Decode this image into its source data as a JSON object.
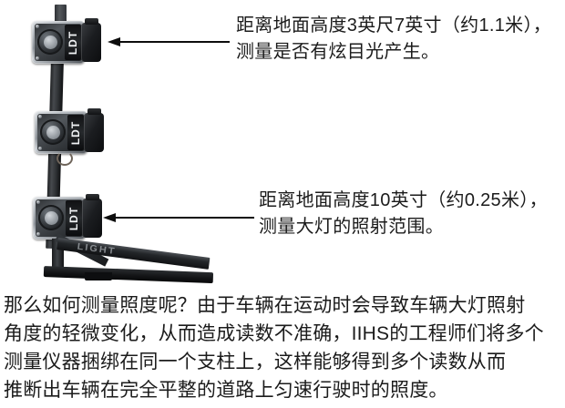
{
  "image": {
    "subject": "IIHS headlight illuminance measuring pole with three LDT light-detector sensors",
    "sensors": [
      {
        "name": "top-sensor",
        "brand_label": "LDT"
      },
      {
        "name": "middle-sensor",
        "brand_label": "LDT"
      },
      {
        "name": "bottom-sensor",
        "brand_label": "LDT"
      }
    ],
    "base_etch_text": "LIGHT"
  },
  "callouts": [
    {
      "name": "callout-top",
      "lines": [
        "距离地面高度3英尺7英寸（约1.1米），",
        "测量是否有炫目光产生。"
      ],
      "arrow": "left-arrow"
    },
    {
      "name": "callout-bottom",
      "lines": [
        "距离地面高度10英寸（约0.25米），",
        "测量大灯的照射范围。"
      ],
      "arrow": "left-arrow"
    }
  ],
  "paragraph": {
    "lines": [
      "那么如何测量照度呢？由于车辆在运动时会导致车辆大灯照射",
      "角度的轻微变化，从而造成读数不准确，IIHS的工程师们将多个",
      "测量仪器捆绑在同一个支柱上，这样能够得到多个读数从而",
      "推断出车辆在完全平整的道路上匀速行驶时的照度。"
    ]
  },
  "colors": {
    "background": "#ffffff",
    "text": "#1b1b1b",
    "arrow": "#0d0d0d",
    "sensor_body": "#b9bec3",
    "sensor_label": "#101113",
    "mast": "#2a2c2e"
  }
}
